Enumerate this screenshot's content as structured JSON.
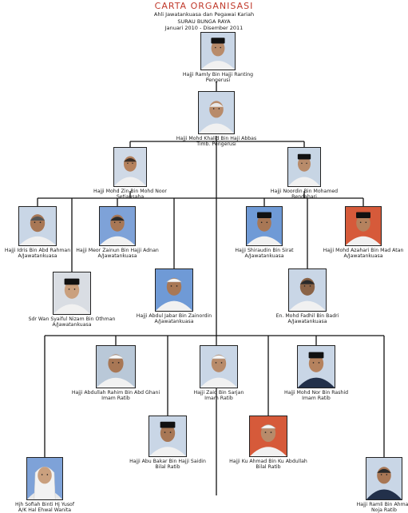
{
  "header": {
    "title": "CARTA ORGANISASI",
    "subtitle": "Ahli Jawatankuasa dan Pegawai Kariah",
    "org": "SURAU BUNGA RAYA",
    "period": "Januari 2010 - Disember 2011"
  },
  "members": [
    {
      "id": "ramly",
      "name": "Hajji Ramly Bin Hajji Ranting",
      "role": "Pengerusi",
      "headwear": "songkok",
      "bg": "#c9d6e6",
      "skin": "#b88b6a"
    },
    {
      "id": "khalid",
      "name": "Hajji Mohd Khalid Bin Haji Abbas",
      "role": "Timb. Pengerusi",
      "headwear": "none",
      "hair": "#e8e8e8",
      "bg": "#c9d6e6",
      "skin": "#b88b6a"
    },
    {
      "id": "zin",
      "name": "Hajji Mohd Zin Bin Mohd Noor",
      "role": "Setiausaha",
      "headwear": "none",
      "hair": "#3a2e26",
      "bg": "#cfd9e6",
      "skin": "#b5825e"
    },
    {
      "id": "noordin",
      "name": "Hajji Noordin Bin Mohamed",
      "role": "Bendahari",
      "headwear": "songkok",
      "bg": "#c7d5e4",
      "skin": "#b88b6a"
    },
    {
      "id": "idris",
      "name": "Hajji Idris Bin Abd Rahman",
      "role": "A/Jawatankuasa",
      "headwear": "none",
      "hair": "#555",
      "bg": "#c9d6e6",
      "skin": "#a87755"
    },
    {
      "id": "zainun",
      "name": "Hajji Meor Zainun Bin Hajji Adnan",
      "role": "A/Jawatankuasa",
      "headwear": "none",
      "hair": "#2a2a2a",
      "bg": "#7ea2d8",
      "skin": "#a87755"
    },
    {
      "id": "shiradin",
      "name": "Hajji Shiraudin Bin Sirat",
      "role": "A/Jawatankuasa",
      "headwear": "songkok",
      "bg": "#6f9ad6",
      "skin": "#a87755"
    },
    {
      "id": "azhari",
      "name": "Hajji Mohd Azahari Bin Mad Atan",
      "role": "A/Jawatankuasa",
      "headwear": "songkok",
      "bg": "#d65a3a",
      "skin": "#b5825e"
    },
    {
      "id": "syaiful",
      "name": "Sdr Wan Syaiful Nizam Bin Othman",
      "role": "A/Jawatankuasa",
      "headwear": "songkok",
      "bg": "#d9dde3",
      "skin": "#caa07e"
    },
    {
      "id": "jabar",
      "name": "Hajji Abdul Jabar Bin Zainordin",
      "role": "A/Jawatankuasa",
      "headwear": "kopiah",
      "bg": "#6f9ad6",
      "skin": "#a87755"
    },
    {
      "id": "fadhil",
      "name": "En. Mohd Fadhil Bin Badri",
      "role": "A/Jawatankuasa",
      "headwear": "none",
      "hair": "#2a2a2a",
      "bg": "#c9d6e6",
      "skin": "#8a6347"
    },
    {
      "id": "rahim",
      "name": "Hajji Abdullah Rahim Bin Abd Ghani",
      "role": "Imam Ratib",
      "headwear": "kopiah",
      "bg": "#b9c8d8",
      "skin": "#a87755"
    },
    {
      "id": "zaid",
      "name": "Hajji Zaid Bin Sarjan",
      "role": "Imam Ratib",
      "headwear": "kopiah",
      "bg": "#c9d6e6",
      "skin": "#b88b6a"
    },
    {
      "id": "nor",
      "name": "Hajji Mohd Nor Bin Rashid",
      "role": "Imam Ratib",
      "headwear": "songkok",
      "bg": "#c9d6e6",
      "skin": "#b5825e"
    },
    {
      "id": "bakar",
      "name": "Hajji Abu Bakar Bin Hajji Saidin",
      "role": "Bilal Ratib",
      "headwear": "songkok",
      "bg": "#c9d6e6",
      "skin": "#a87755"
    },
    {
      "id": "kuahmad",
      "name": "Hajji Ku Ahmad Bin Ku Abdullah",
      "role": "Bilal Ratib",
      "headwear": "kopiah",
      "bg": "#d65a3a",
      "skin": "#b88b6a"
    },
    {
      "id": "sofiah",
      "name": "Hjh Sofiah Binti Hj Yusof",
      "role": "A/K Hal Ehwal Wanita",
      "headwear": "tudung",
      "bg": "#7ea2d8",
      "skin": "#caa07e"
    },
    {
      "id": "ramli",
      "name": "Hajji Ramli Bin Ahmad",
      "role": "Noja Ratib",
      "headwear": "none",
      "hair": "#2a2a2a",
      "bg": "#c9d6e6",
      "skin": "#a87755"
    }
  ]
}
